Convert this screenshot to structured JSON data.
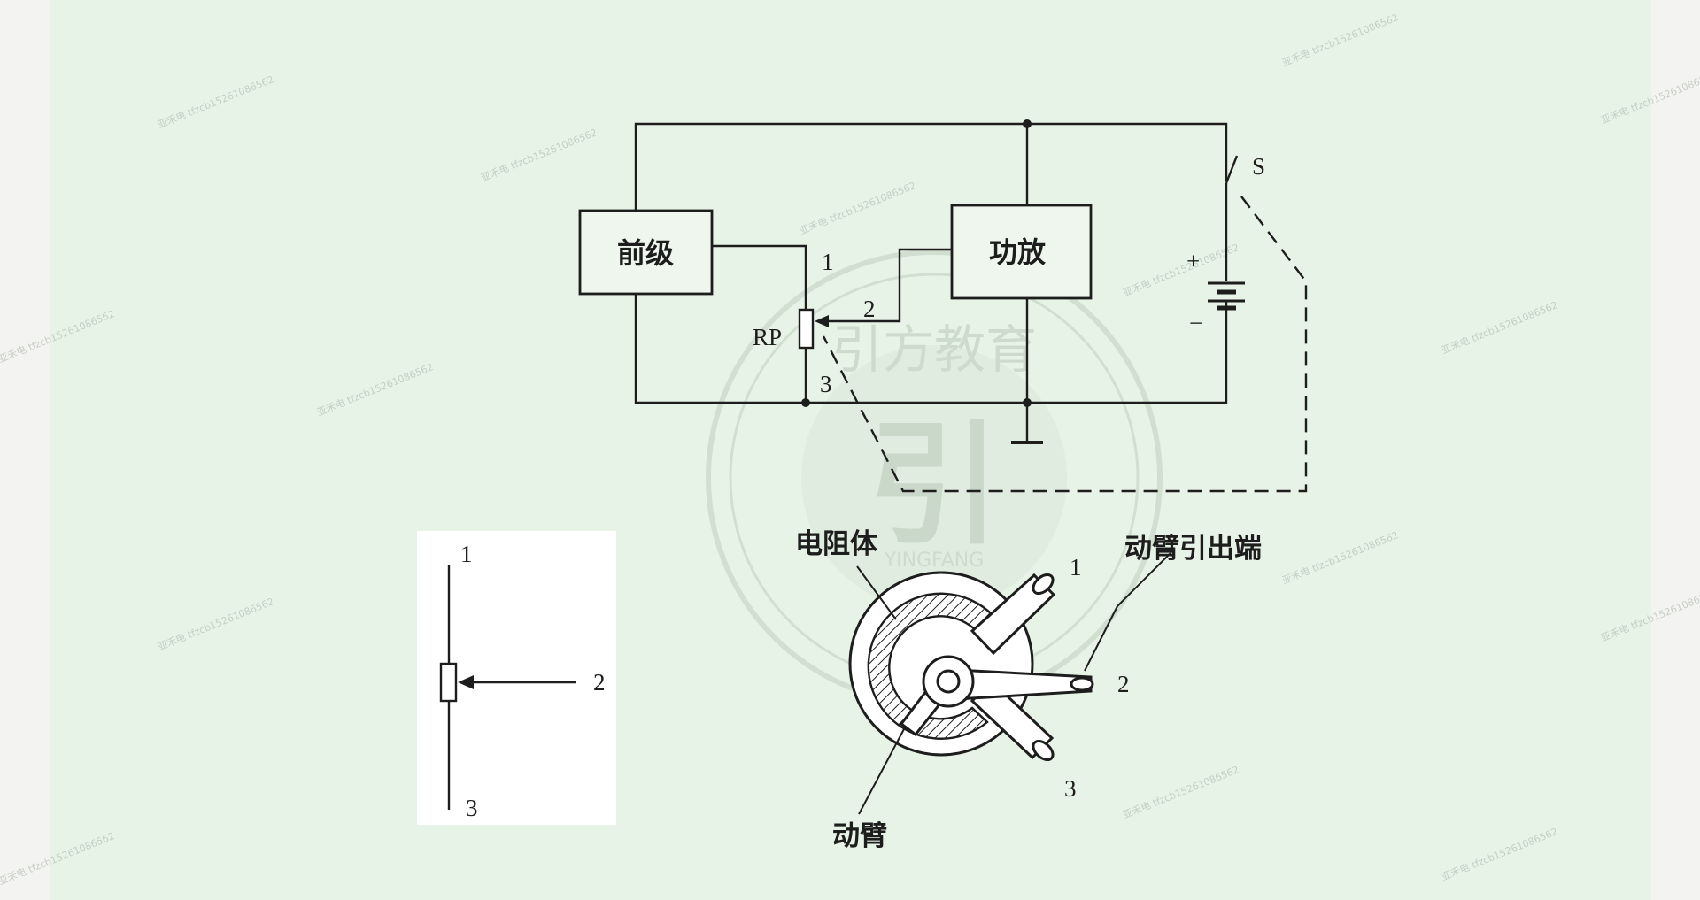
{
  "circuit": {
    "preamp_label": "前级",
    "amp_label": "功放",
    "pot_label": "RP",
    "pin1": "1",
    "pin2": "2",
    "pin3": "3",
    "switch_label": "S",
    "plus": "+",
    "minus": "−"
  },
  "symbol": {
    "pin1": "1",
    "pin2": "2",
    "pin3": "3"
  },
  "pot_drawing": {
    "resistor_body": "电阻体",
    "wiper_terminal": "动臂引出端",
    "wiper": "动臂",
    "pin1": "1",
    "pin2": "2",
    "pin3": "3"
  },
  "watermark": {
    "text": "亚禾电 tfzcb15261086562",
    "seal_top": "引方教育",
    "seal_bottom": "YINGFANG",
    "seal_center": "引"
  },
  "colors": {
    "panel": "#e8f3e8",
    "line": "#1d1d1d"
  }
}
